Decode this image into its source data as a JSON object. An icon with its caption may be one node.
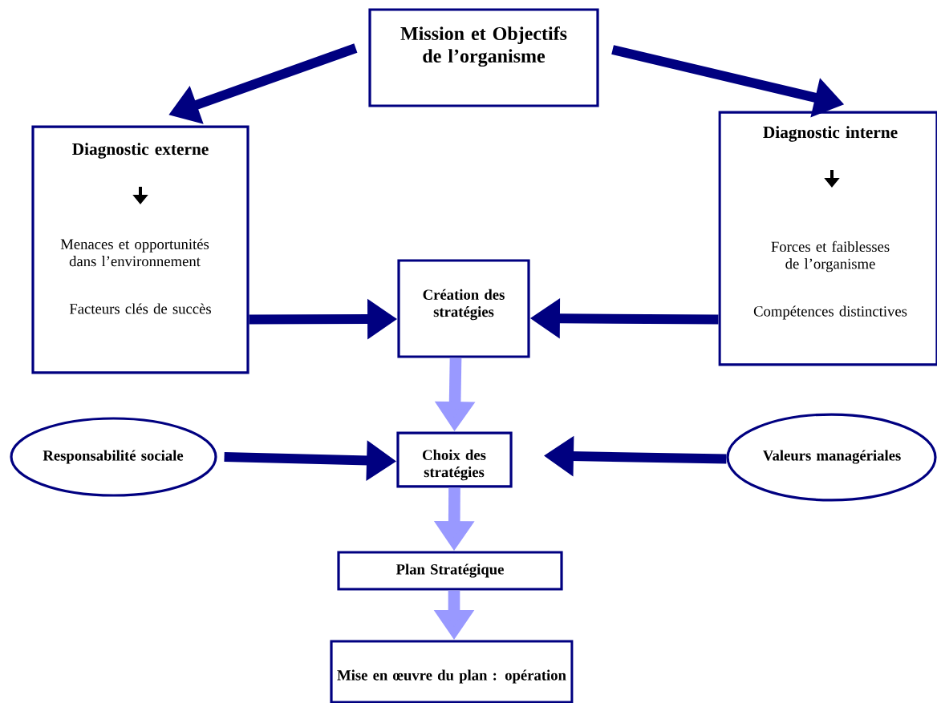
{
  "diagram": {
    "nodes": [
      {
        "text": [
          "Mission et Objectifs de l’organisme"
        ]
      },
      {
        "text": [
          "Diagnostic externe",
          "Menaces et opportunités dans l’environnement",
          "Facteurs clés de succès"
        ]
      },
      {
        "text": [
          "Diagnostic interne",
          "Forces et faiblesses de l’organisme",
          "Compétences distinctives"
        ]
      },
      {
        "text": [
          "Création des stratégies"
        ]
      },
      {
        "text": [
          "Responsabilité sociale"
        ]
      },
      {
        "text": [
          "Choix des stratégies"
        ]
      },
      {
        "text": [
          "Valeurs managériales"
        ]
      },
      {
        "text": [
          "Plan Stratégique"
        ]
      },
      {
        "text": [
          "Mise en œuvre du plan : opération"
        ]
      }
    ],
    "edges": [
      {
        "from": 0,
        "to": 1,
        "arrow": "to"
      },
      {
        "from": 0,
        "to": 2,
        "arrow": "to"
      },
      {
        "from": 1,
        "to": 3,
        "arrow": "to"
      },
      {
        "from": 2,
        "to": 3,
        "arrow": "to"
      },
      {
        "from": 3,
        "to": 5,
        "arrow": "to",
        "color": "#9999ff"
      },
      {
        "from": 4,
        "to": 5,
        "arrow": "to"
      },
      {
        "from": 6,
        "to": 5,
        "arrow": "to"
      },
      {
        "from": 5,
        "to": 7,
        "arrow": "to",
        "color": "#9999ff"
      },
      {
        "from": 7,
        "to": 8,
        "arrow": "to",
        "color": "#9999ff"
      }
    ]
  }
}
